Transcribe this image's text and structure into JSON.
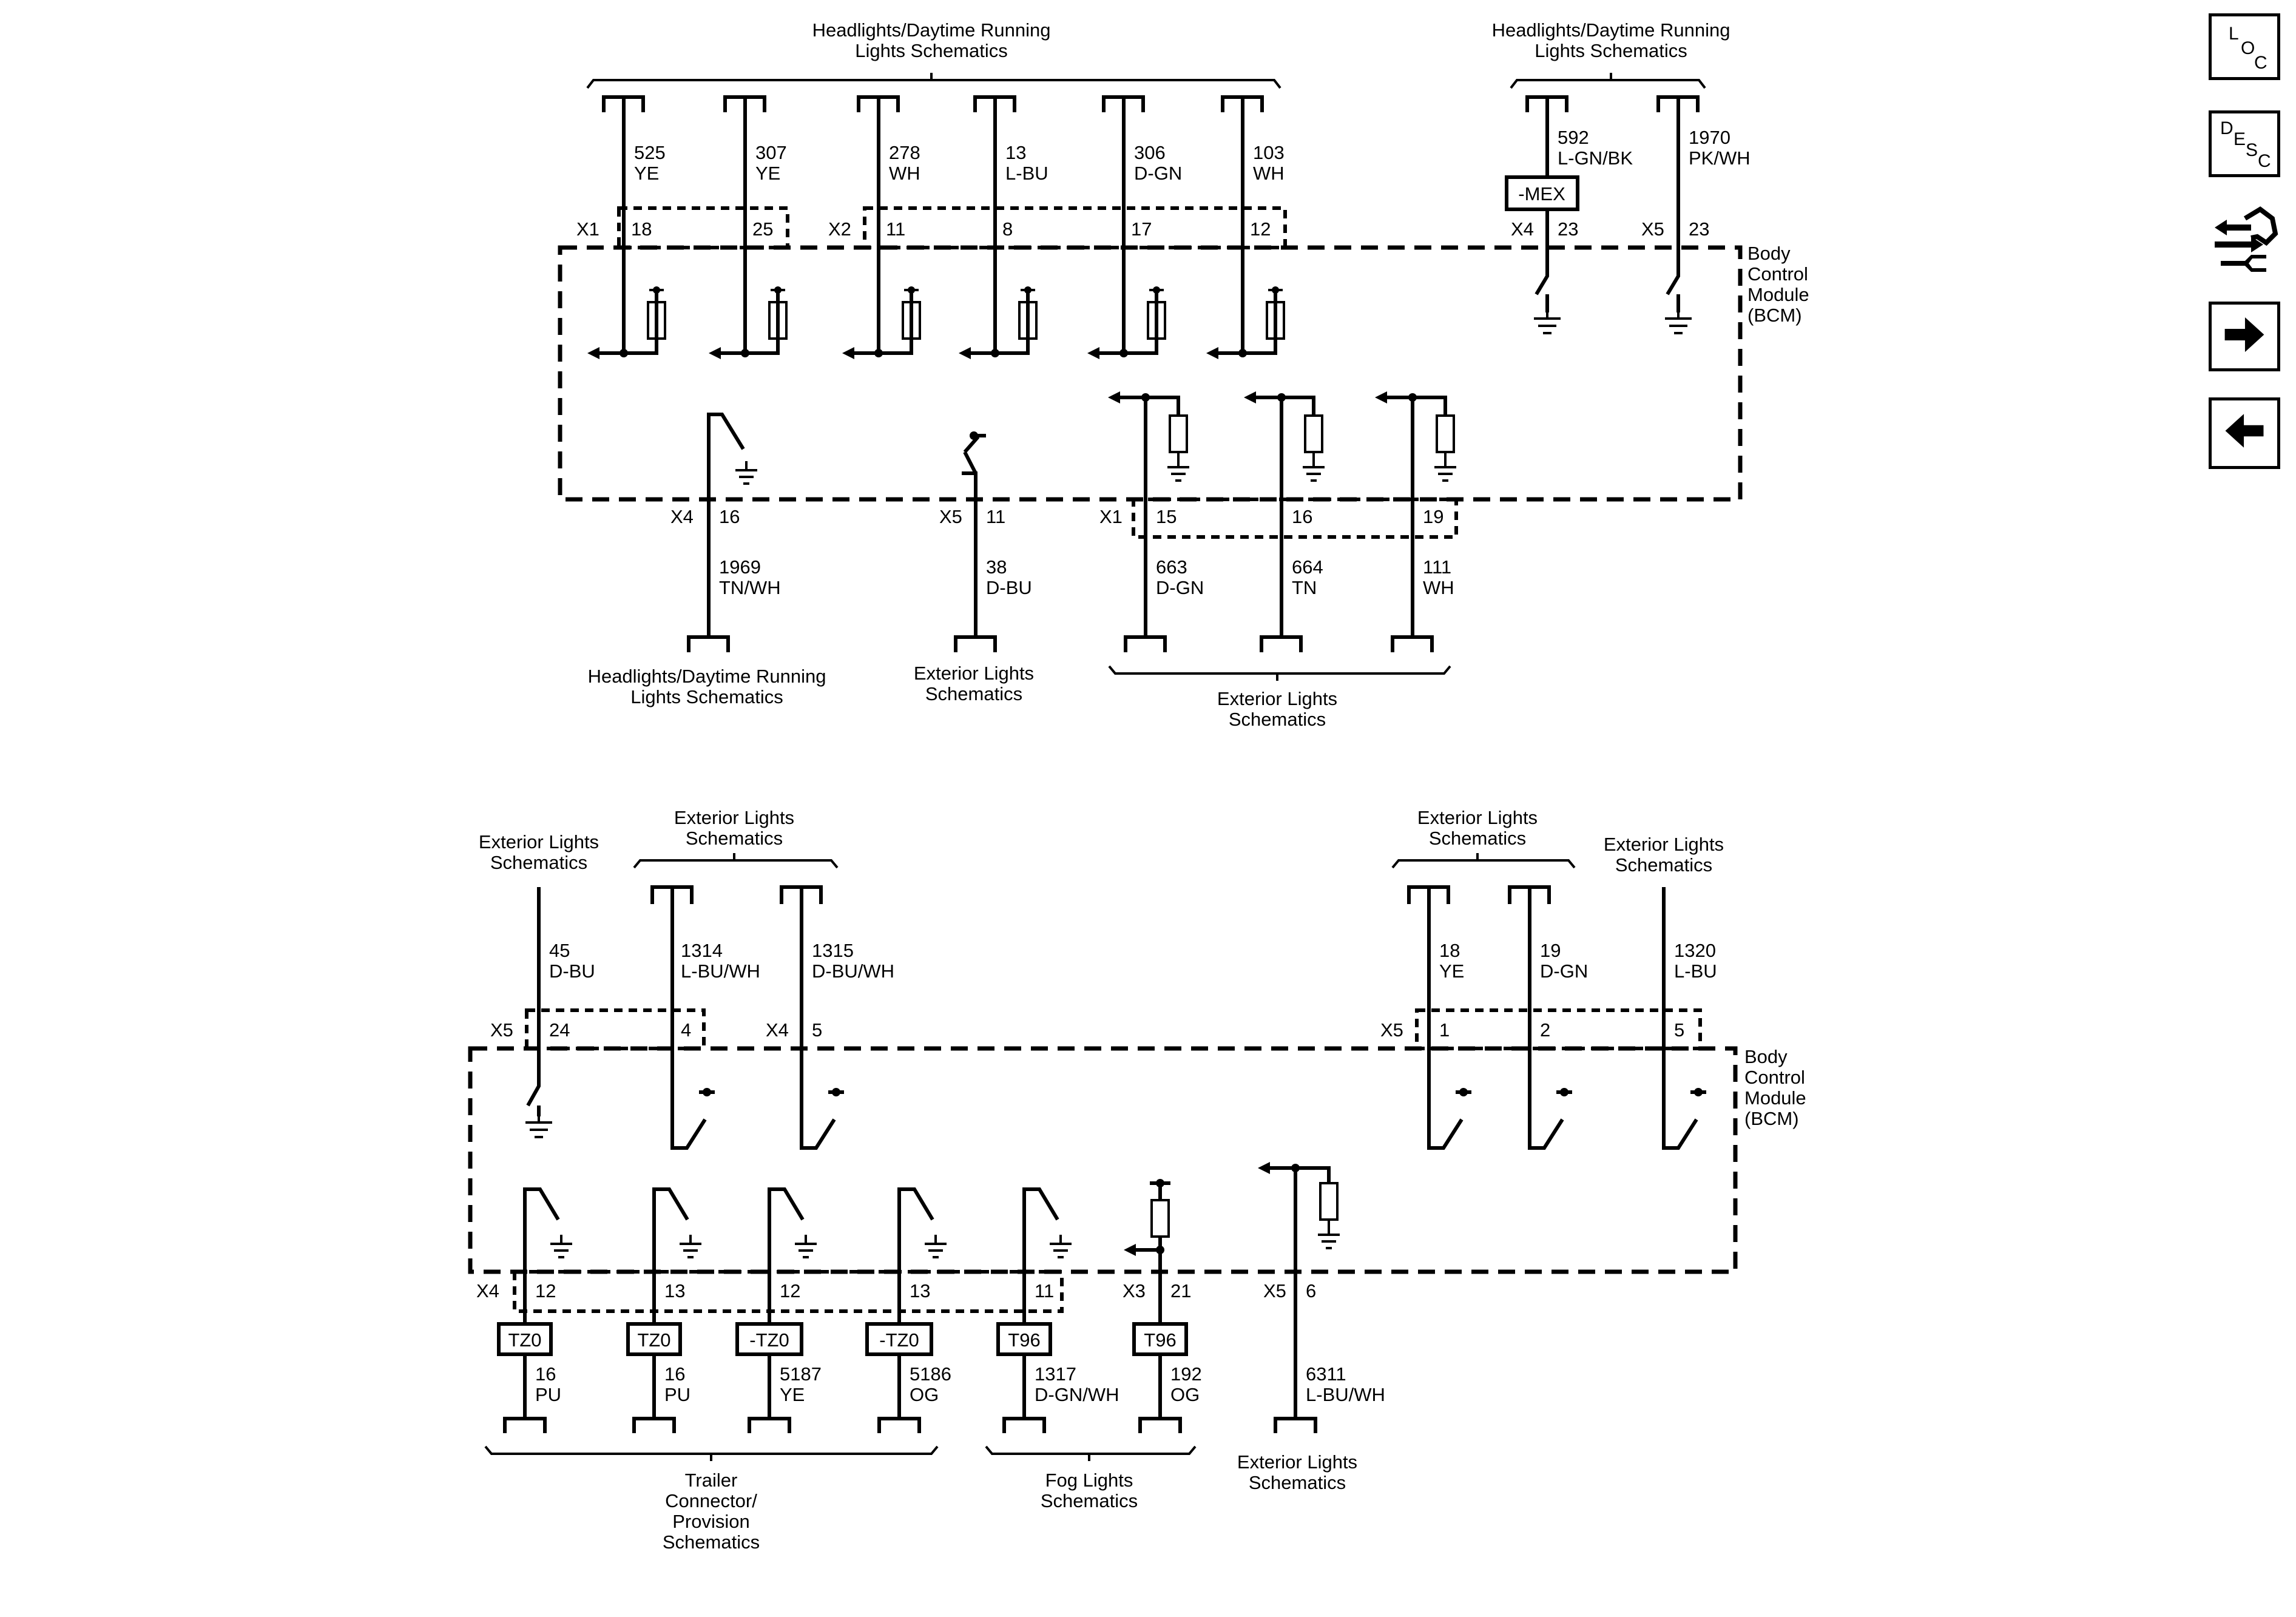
{
  "bcm_label": [
    "Body",
    "Control",
    "Module",
    "(BCM)"
  ],
  "groups": {
    "hdrl_top_left": [
      "Headlights/Daytime Running",
      "Lights Schematics"
    ],
    "hdrl_top_right": [
      "Headlights/Daytime Running",
      "Lights Schematics"
    ],
    "hdrl_bottom": [
      "Headlights/Daytime Running",
      "Lights Schematics"
    ],
    "ext_mid_single": [
      "Exterior Lights",
      "Schematics"
    ],
    "ext_mid_group": [
      "Exterior Lights",
      "Schematics"
    ],
    "ext_b_left_single": [
      "Exterior Lights",
      "Schematics"
    ],
    "ext_b_left_group": [
      "Exterior Lights",
      "Schematics"
    ],
    "ext_b_right_group": [
      "Exterior Lights",
      "Schematics"
    ],
    "ext_b_right_single": [
      "Exterior Lights",
      "Schematics"
    ],
    "ext_b_bottom": [
      "Exterior Lights",
      "Schematics"
    ],
    "trailer": [
      "Trailer",
      "Connector/",
      "Provision",
      "Schematics"
    ],
    "fog": [
      "Fog Lights",
      "Schematics"
    ]
  },
  "top_section": {
    "connectors": [
      "X1",
      "X2",
      "X4",
      "X5",
      "X4",
      "X5",
      "X1"
    ],
    "upper_circuits": [
      {
        "pin": "18",
        "circuit": "525",
        "color": "YE"
      },
      {
        "pin": "25",
        "circuit": "307",
        "color": "YE"
      },
      {
        "pin": "11",
        "circuit": "278",
        "color": "WH"
      },
      {
        "pin": "8",
        "circuit": "13",
        "color": "L-BU"
      },
      {
        "pin": "17",
        "circuit": "306",
        "color": "D-GN"
      },
      {
        "pin": "12",
        "circuit": "103",
        "color": "WH"
      },
      {
        "pin": "23",
        "circuit": "592",
        "color": "L-GN/BK"
      },
      {
        "pin": "23",
        "circuit": "1970",
        "color": "PK/WH"
      }
    ],
    "option_code": "-MEX",
    "lower_circuits": [
      {
        "pin": "16",
        "circuit": "1969",
        "color": "TN/WH"
      },
      {
        "pin": "11",
        "circuit": "38",
        "color": "D-BU"
      },
      {
        "pin": "15",
        "circuit": "663",
        "color": "D-GN"
      },
      {
        "pin": "16",
        "circuit": "664",
        "color": "TN"
      },
      {
        "pin": "19",
        "circuit": "111",
        "color": "WH"
      }
    ]
  },
  "bottom_section": {
    "connectors": [
      "X5",
      "X4",
      "X5",
      "X4",
      "X3",
      "X5"
    ],
    "upper_circuits": [
      {
        "pin": "24",
        "circuit": "45",
        "color": "D-BU"
      },
      {
        "pin": "4",
        "circuit": "1314",
        "color": "L-BU/WH"
      },
      {
        "pin": "5",
        "circuit": "1315",
        "color": "D-BU/WH"
      },
      {
        "pin": "1",
        "circuit": "18",
        "color": "YE"
      },
      {
        "pin": "2",
        "circuit": "19",
        "color": "D-GN"
      },
      {
        "pin": "5",
        "circuit": "1320",
        "color": "L-BU"
      }
    ],
    "lower_circuits": [
      {
        "pin": "12",
        "option": "TZ0",
        "circuit": "16",
        "color": "PU"
      },
      {
        "pin": "13",
        "option": "TZ0",
        "circuit": "16",
        "color": "PU"
      },
      {
        "pin": "12",
        "option": "-TZ0",
        "circuit": "5187",
        "color": "YE"
      },
      {
        "pin": "13",
        "option": "-TZ0",
        "circuit": "5186",
        "color": "OG"
      },
      {
        "pin": "11",
        "option": "T96",
        "circuit": "1317",
        "color": "D-GN/WH"
      },
      {
        "pin": "21",
        "option": "T96",
        "circuit": "192",
        "color": "OG"
      },
      {
        "pin": "6",
        "circuit": "6311",
        "color": "L-BU/WH"
      }
    ]
  },
  "nav": {
    "loc": [
      "L",
      "O",
      "C"
    ],
    "desc": [
      "D",
      "E",
      "S",
      "C"
    ],
    "connector_icon": "connector-repair-icon",
    "next_icon": "arrow-right-icon",
    "prev_icon": "arrow-left-icon"
  }
}
